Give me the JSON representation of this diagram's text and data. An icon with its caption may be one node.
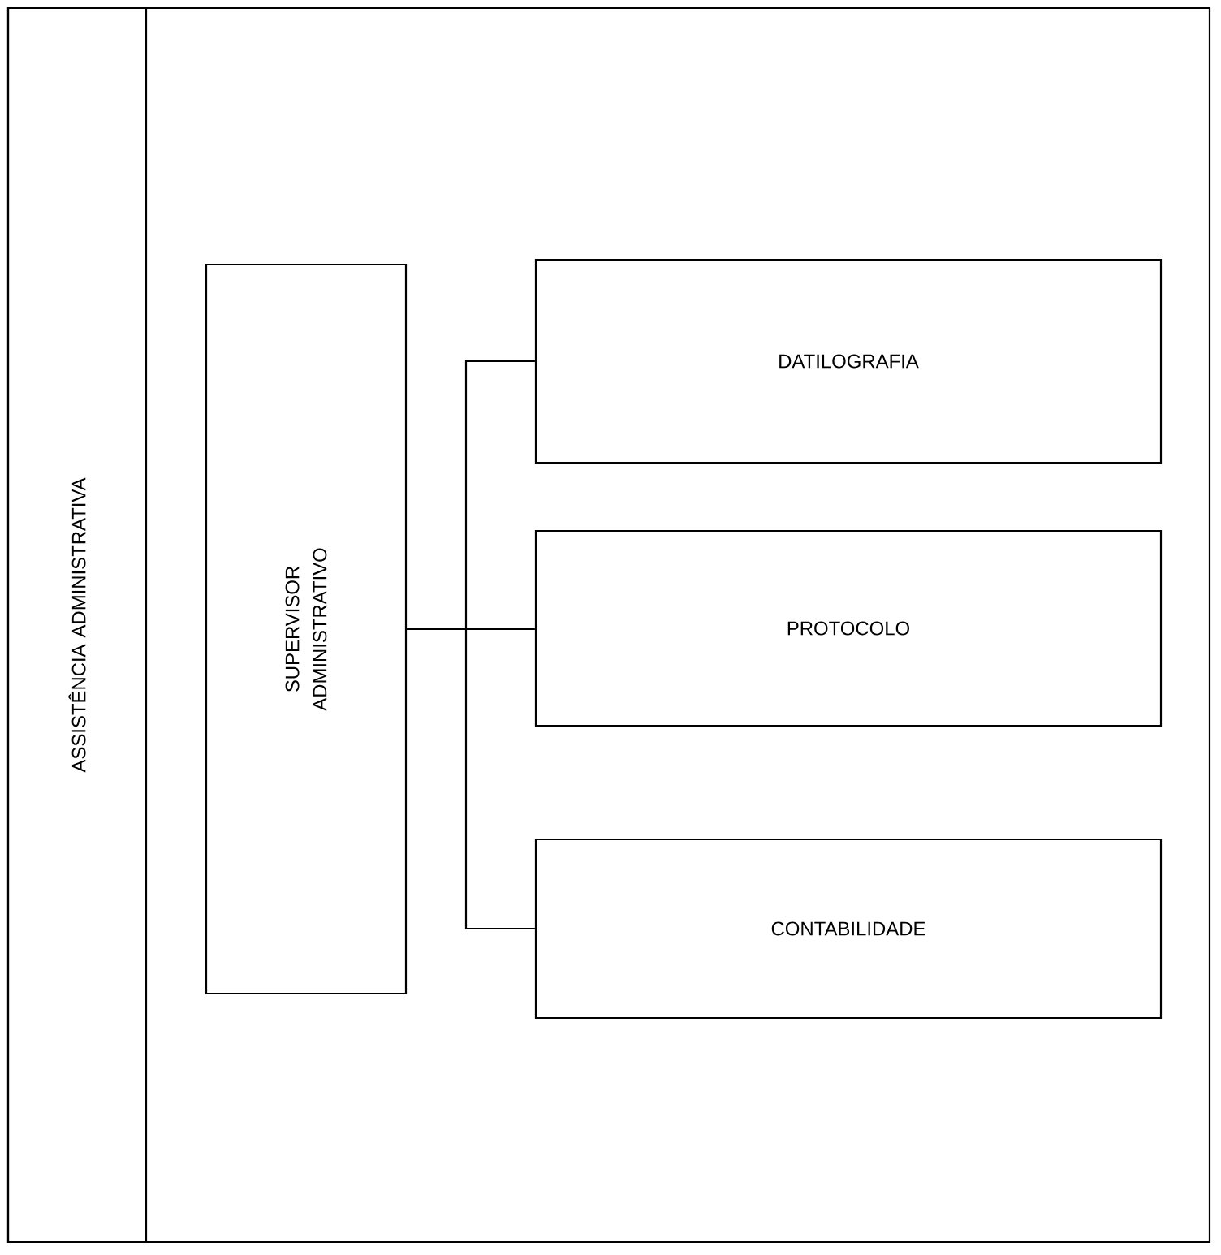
{
  "diagram": {
    "nodes": [
      {
        "text": [
          "ASSISTÊNCIA ADMINISTRATIVA"
        ]
      },
      {
        "text": [
          "SUPERVISOR ADMINISTRATIVO"
        ]
      },
      {
        "text": [
          "DATILOGRAFIA"
        ]
      },
      {
        "text": [
          "PROTOCOLO"
        ]
      },
      {
        "text": [
          "CONTABILIDADE"
        ]
      }
    ],
    "edges": [
      {
        "from": 1,
        "to": 2,
        "arrow": "none"
      },
      {
        "from": 1,
        "to": 3,
        "arrow": "none"
      },
      {
        "from": 1,
        "to": 4,
        "arrow": "none"
      }
    ]
  }
}
